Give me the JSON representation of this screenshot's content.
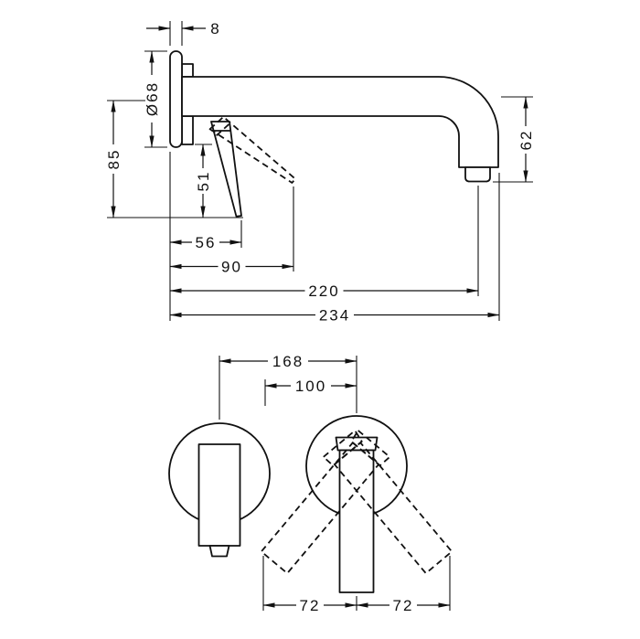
{
  "side_view": {
    "wall_offset_label": "8",
    "escutcheon_diameter_label": "Ø68",
    "height_label": "85",
    "lever_length_label": "51",
    "spout_drop_label": "62",
    "depth_56_label": "56",
    "depth_90_label": "90",
    "spout_reach_label": "220",
    "overall_depth_label": "234"
  },
  "front_view": {
    "spacing_168_label": "168",
    "spacing_100_label": "100",
    "swing_left_label": "72",
    "swing_right_label": "72"
  }
}
